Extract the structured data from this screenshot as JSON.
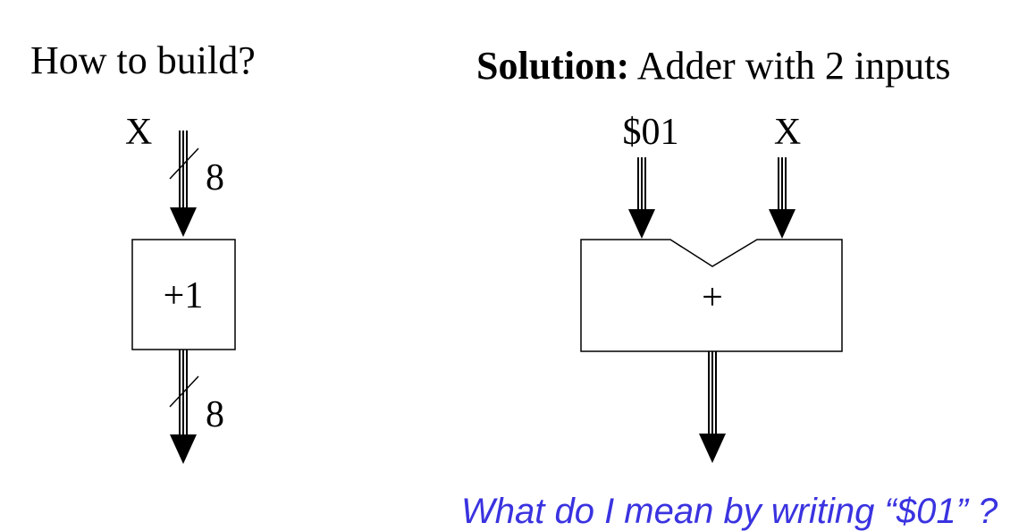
{
  "left_panel": {
    "heading": "How to build?",
    "input_label": "X",
    "input_width": "8",
    "block_label": "+1",
    "output_width": "8"
  },
  "right_panel": {
    "heading_bold": "Solution:",
    "heading_rest": " Adder with 2 inputs",
    "input_a_label": "$01",
    "input_b_label": "X",
    "block_label": "+"
  },
  "footer": {
    "note": "What do I mean by writing “$01” ?"
  }
}
